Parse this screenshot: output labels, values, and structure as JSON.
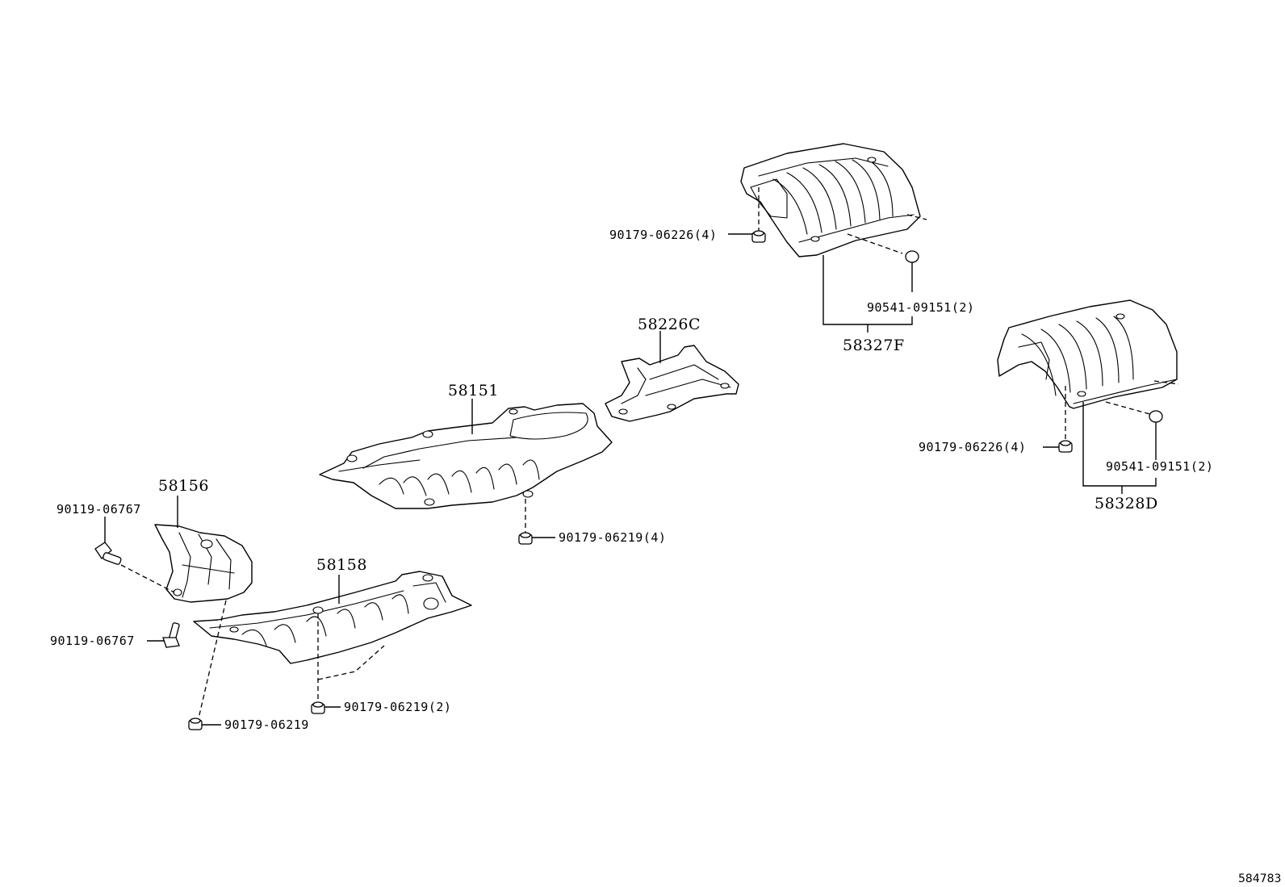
{
  "diagram": {
    "reference_number": "584783",
    "parts": [
      {
        "id": "58327f",
        "number": "58327F"
      },
      {
        "id": "58328d",
        "number": "58328D"
      },
      {
        "id": "58226c",
        "number": "58226C"
      },
      {
        "id": "58151",
        "number": "58151"
      },
      {
        "id": "58156",
        "number": "58156"
      },
      {
        "id": "58158",
        "number": "58158"
      }
    ],
    "fasteners": [
      {
        "id": "f1",
        "number": "90179-06226(4)"
      },
      {
        "id": "f2",
        "number": "90541-09151(2)"
      },
      {
        "id": "f3",
        "number": "90179-06226(4)"
      },
      {
        "id": "f4",
        "number": "90541-09151(2)"
      },
      {
        "id": "f5",
        "number": "90179-06219(4)"
      },
      {
        "id": "f6",
        "number": "90119-06767"
      },
      {
        "id": "f7",
        "number": "90119-06767"
      },
      {
        "id": "f8",
        "number": "90179-06219(2)"
      },
      {
        "id": "f9",
        "number": "90179-06219"
      }
    ]
  }
}
